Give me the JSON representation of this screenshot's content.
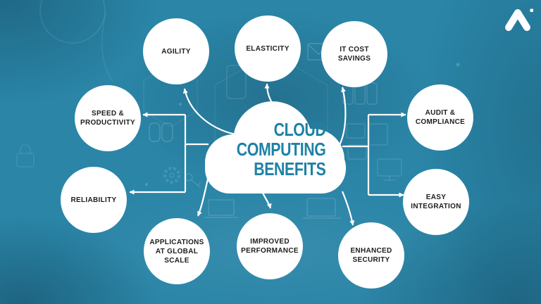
{
  "colors": {
    "background": "#2a85a7",
    "node_fill": "#ffffff",
    "node_text": "#1d1d1b",
    "connector": "#ffffff",
    "cloud_fill": "#ffffff",
    "cloud_text": "#1e81a6",
    "logo": "#ffffff"
  },
  "cloud": {
    "title_lines": [
      "CLOUD",
      "COMPUTING",
      "BENEFITS"
    ]
  },
  "nodes": [
    {
      "id": "agility",
      "label": "AGILITY"
    },
    {
      "id": "elasticity",
      "label": "ELASTICITY"
    },
    {
      "id": "it-cost-savings",
      "label": "IT COST\nSAVINGS"
    },
    {
      "id": "speed-productivity",
      "label": "SPEED &\nPRODUCTIVITY"
    },
    {
      "id": "audit-compliance",
      "label": "AUDIT &\nCOMPLIANCE"
    },
    {
      "id": "reliability",
      "label": "RELIABILITY"
    },
    {
      "id": "easy-integration",
      "label": "EASY\nINTEGRATION"
    },
    {
      "id": "applications-global-scale",
      "label": "APPLICATIONS\nAT GLOBAL\nSCALE"
    },
    {
      "id": "improved-performance",
      "label": "IMPROVED\nPERFORMANCE"
    },
    {
      "id": "enhanced-security",
      "label": "ENHANCED\nSECURITY"
    }
  ],
  "brand": {
    "logo_icon": "appinventiv-logo-mark"
  },
  "background_watermark_icons": [
    "globe",
    "hexagon",
    "mail-envelope",
    "smartphone",
    "monitor",
    "server-rack",
    "laptop",
    "database-cylinders",
    "gear",
    "key",
    "padlock"
  ]
}
